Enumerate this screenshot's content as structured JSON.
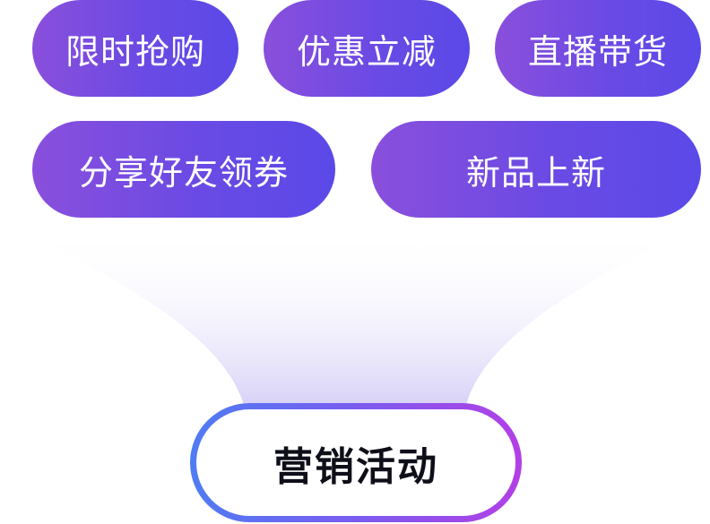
{
  "tags": [
    {
      "label": "限时抢购"
    },
    {
      "label": "优惠立减"
    },
    {
      "label": "直播带货"
    },
    {
      "label": "分享好友领券"
    },
    {
      "label": "新品上新"
    }
  ],
  "center": {
    "label": "营销活动"
  },
  "colors": {
    "pill_start": "#8a4fdc",
    "pill_end": "#5a49e8",
    "ring_start": "#4f7cf3",
    "ring_end": "#b33fe6",
    "funnel_tint": "#d8d2f7"
  }
}
